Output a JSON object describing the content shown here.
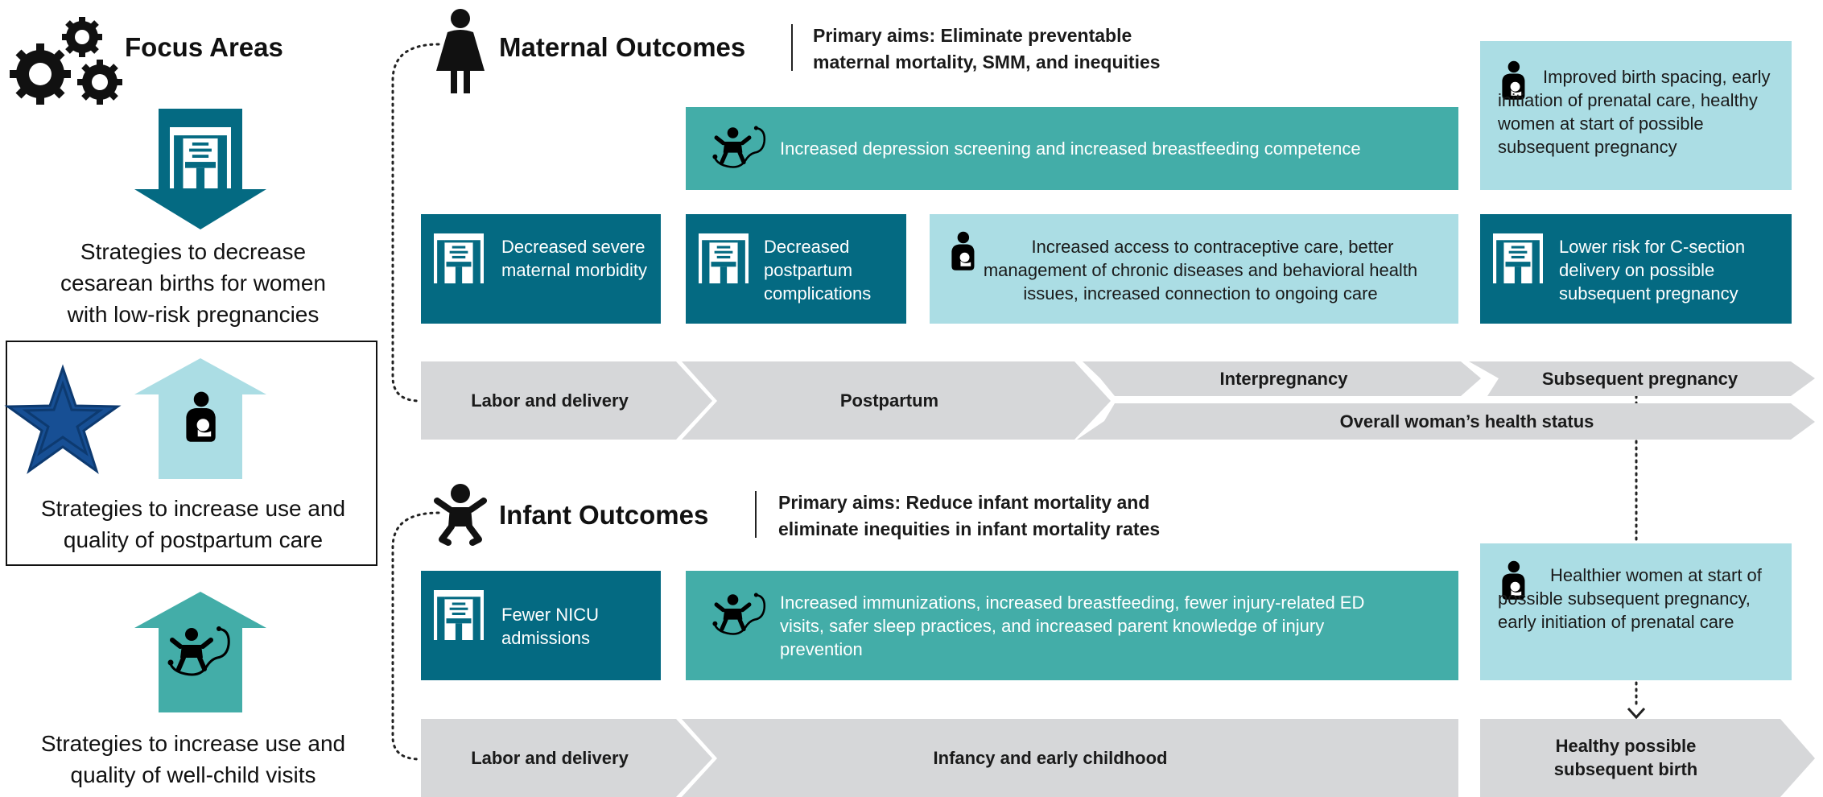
{
  "focus_areas": {
    "title": "Focus Areas",
    "strategy_cesarean": "Strategies to decrease cesarean births for women with low-risk pregnancies",
    "strategy_postpartum": "Strategies to increase use and quality of postpartum care",
    "strategy_wellchild": "Strategies to increase use and quality of well-child visits"
  },
  "maternal": {
    "title": "Maternal Outcomes",
    "aims": [
      "Primary aims: Eliminate preventable",
      "maternal mortality, SMM, and inequities"
    ],
    "depression_box": "Increased depression screening and increased breastfeeding competence",
    "birth_spacing_box": "Improved birth spacing, early initiation of prenatal care, healthy women at start of possible subsequent pregnancy",
    "morbidity_box": "Decreased severe maternal morbidity",
    "complications_box": "Decreased postpartum complications",
    "contraceptive_box": "Increased access to contraceptive care, better management of chronic diseases and behavioral health issues, increased connection to ongoing care",
    "csection_box": "Lower risk for C-section delivery on possible subsequent pregnancy",
    "timeline": {
      "labor": "Labor and delivery",
      "postpartum": "Postpartum",
      "interpregnancy": "Interpregnancy",
      "subsequent": "Subsequent pregnancy",
      "overall": "Overall woman’s health status"
    }
  },
  "infant": {
    "title": "Infant Outcomes",
    "aims": [
      "Primary aims: Reduce infant mortality and",
      "eliminate inequities in infant mortality rates"
    ],
    "nicu_box": "Fewer NICU admissions",
    "immunization_box": "Increased immunizations, increased breastfeeding, fewer injury-related ED visits, safer sleep practices, and increased parent knowledge of injury prevention",
    "healthier_box": "Healthier women at start of possible subsequent pregnancy, early initiation of prenatal care",
    "timeline": {
      "labor": "Labor and delivery",
      "infancy": "Infancy and early childhood",
      "healthy_birth": "Healthy possible subsequent birth"
    }
  },
  "colors": {
    "dark_teal": "#046a82",
    "mid_teal": "#43ada8",
    "light_teal": "#abdde4",
    "arrow_gray": "#d6d7d9",
    "star_blue": "#174f94"
  },
  "icons": [
    "gears-icon",
    "hospital-icon",
    "mother-baby-icon",
    "baby-stethoscope-icon",
    "woman-icon",
    "baby-icon",
    "star-icon"
  ]
}
